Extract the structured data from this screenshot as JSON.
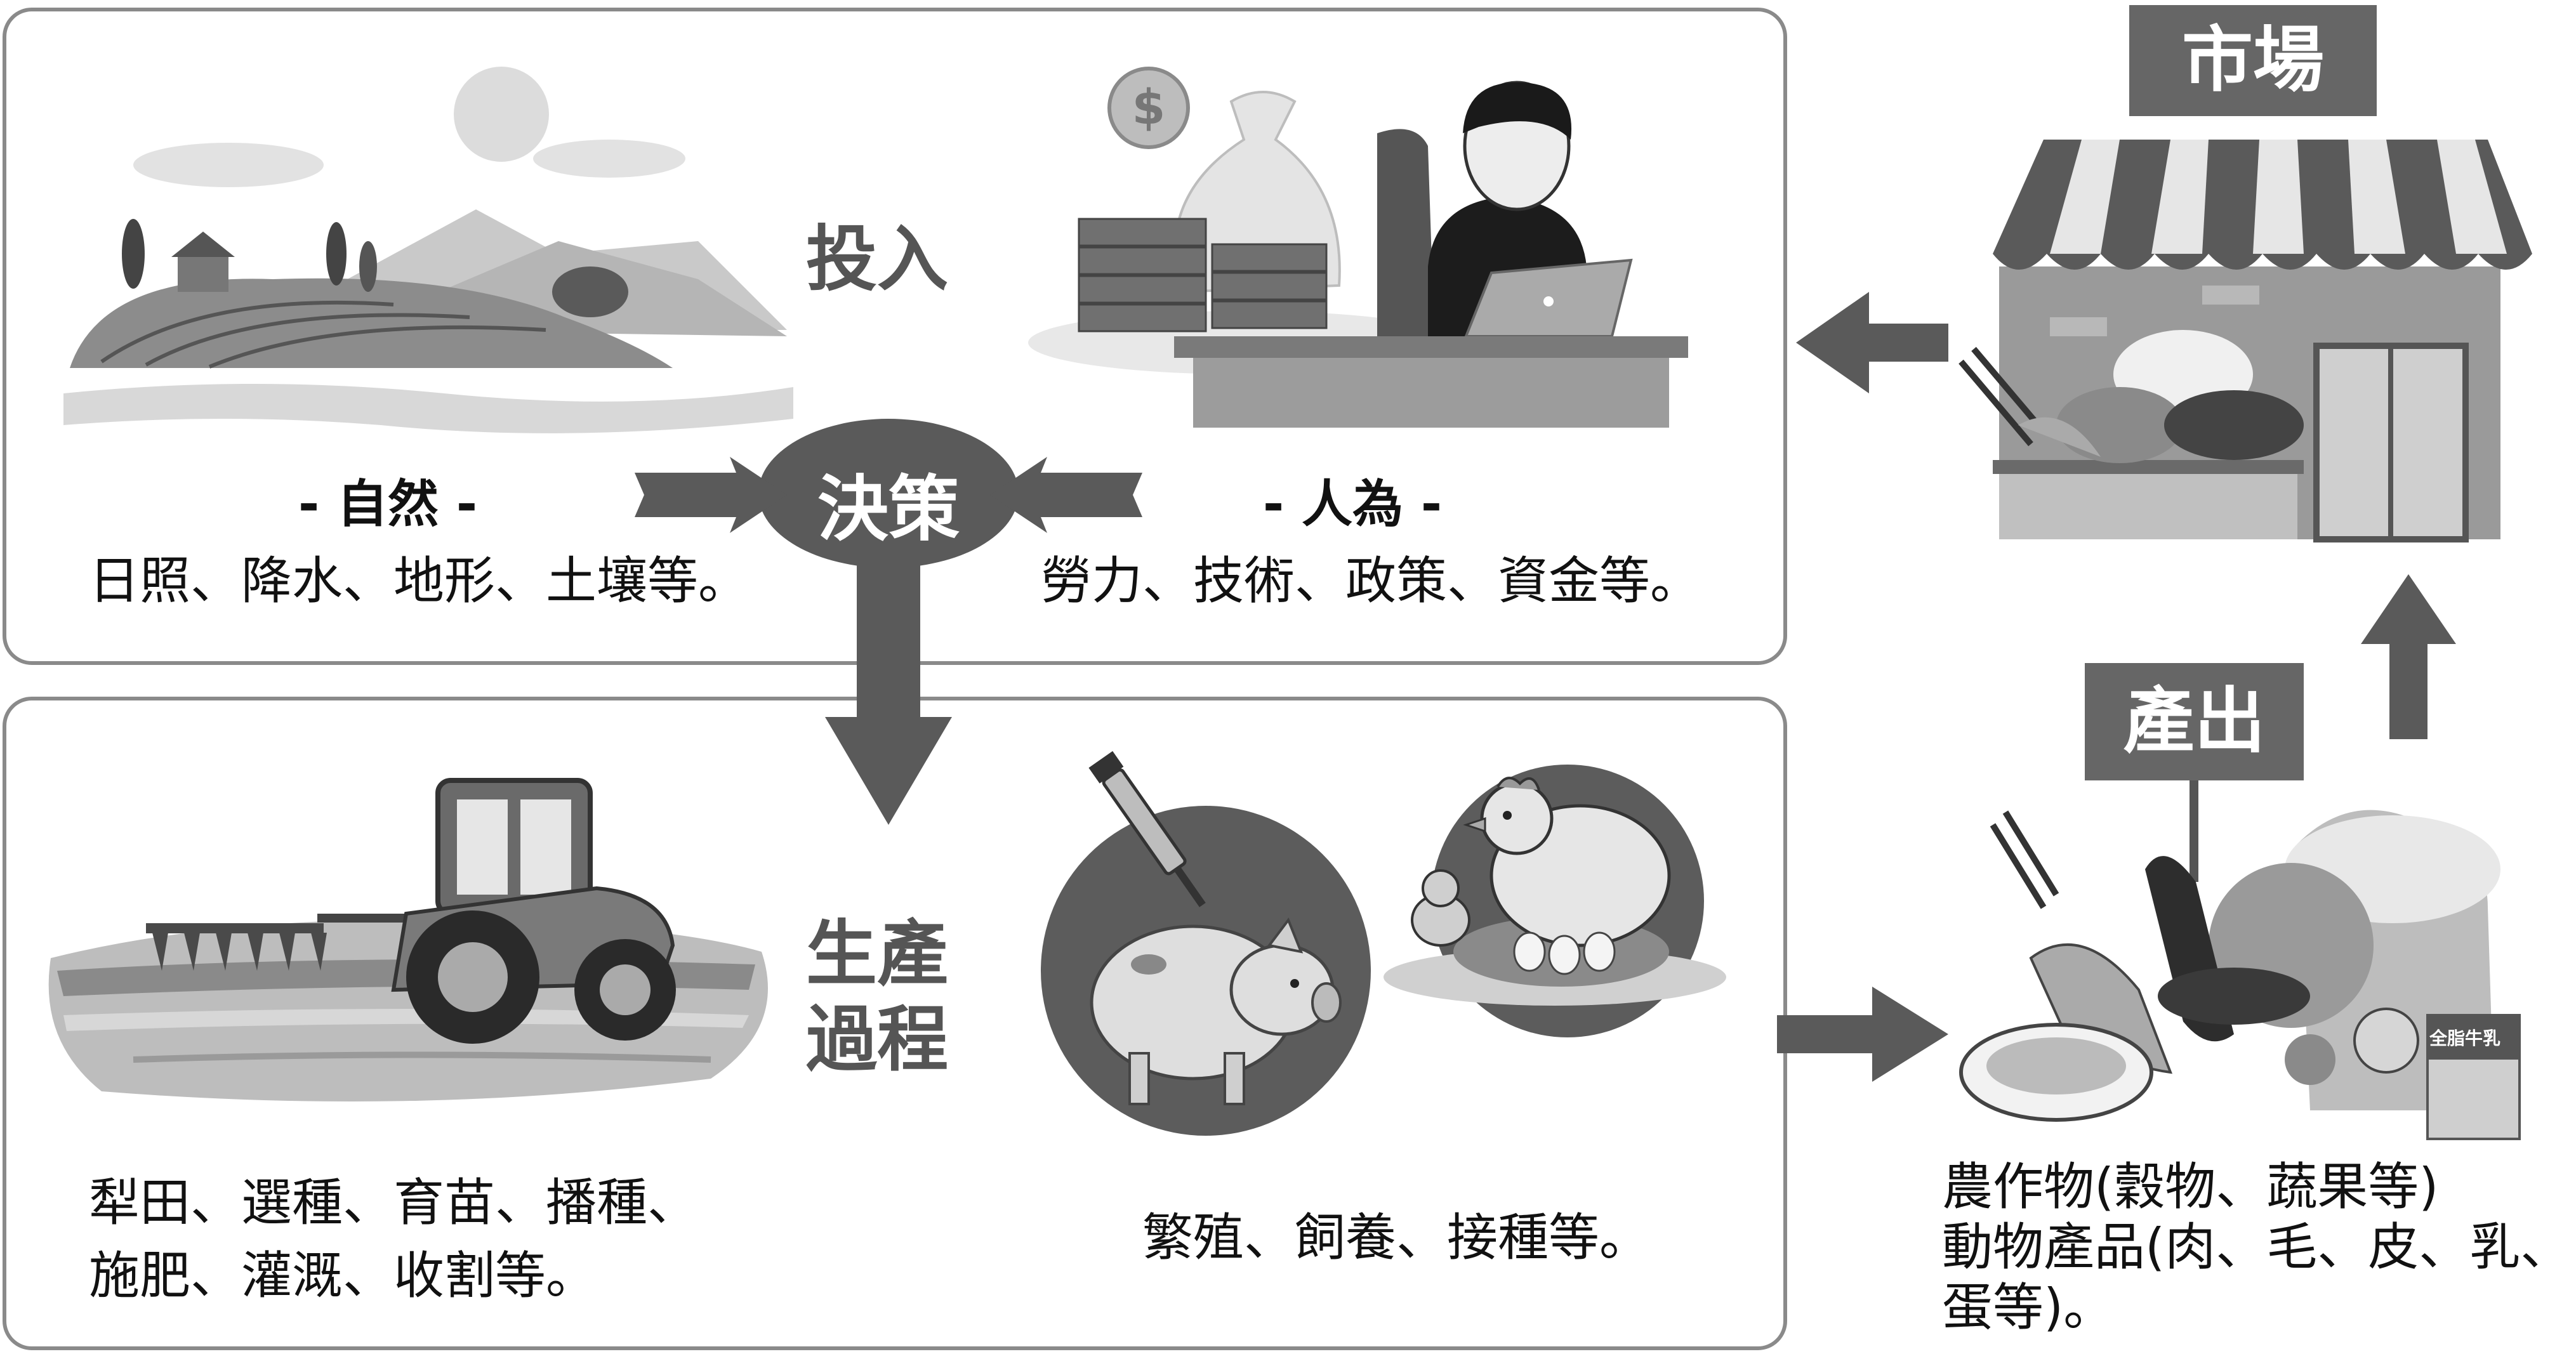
{
  "input": {
    "title": "投入",
    "natural": {
      "title": "- 自然 -",
      "text": "日照、降水、地形、土壤等。"
    },
    "human": {
      "title": "- 人為 -",
      "text": "勞力、技術、政策、資金等。"
    }
  },
  "decision": "決策",
  "process": {
    "title_line1": "生產",
    "title_line2": "過程",
    "farming_line1": "犁田、選種、育苗、播種、",
    "farming_line2": "施肥、灌溉、收割等。",
    "livestock": "繁殖、飼養、接種等。"
  },
  "output": {
    "title": "產出",
    "line1": "農作物(穀物、蔬果等)",
    "line2": "動物產品(肉、毛、皮、乳、",
    "line3": "蛋等)。",
    "milk_label": "全脂牛乳"
  },
  "market": {
    "title": "市場"
  },
  "icons": {
    "natural": "farmland-landscape-icon",
    "human": "worker-with-money-icon",
    "tractor": "tractor-plough-icon",
    "pig": "pig-vaccination-icon",
    "chicken": "hen-chick-icon",
    "produce": "produce-pile-icon",
    "market": "market-stall-icon",
    "coin": "dollar-coin-icon"
  }
}
